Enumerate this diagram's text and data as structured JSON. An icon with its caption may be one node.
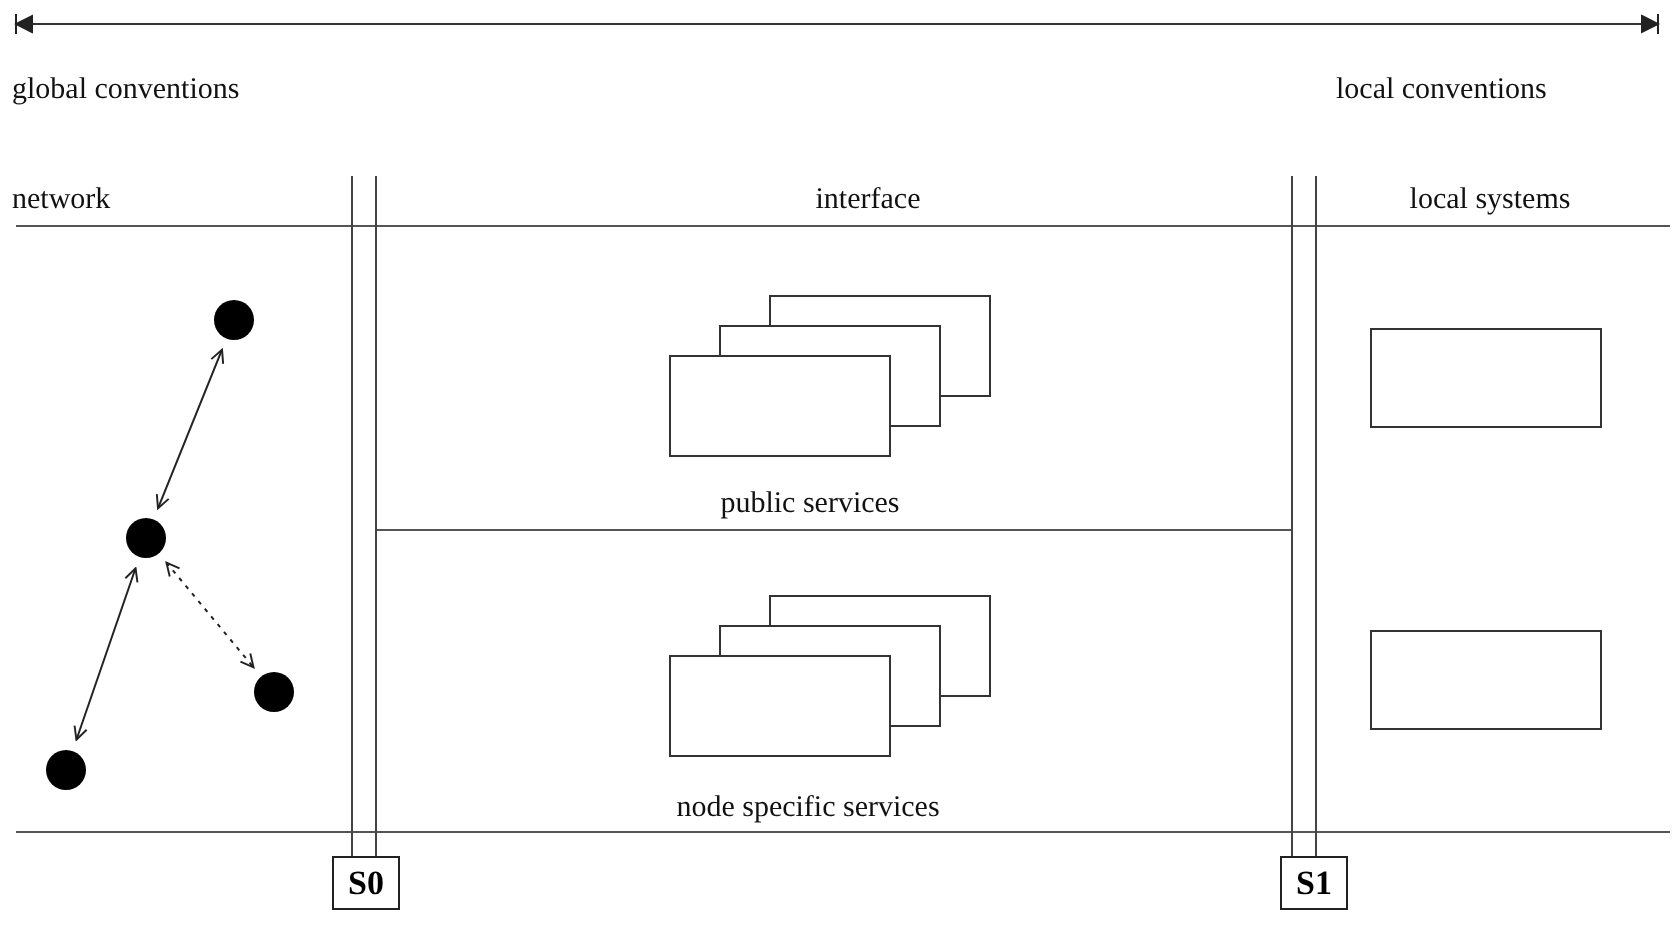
{
  "diagram": {
    "nodes": [
      {
        "text": [],
        "shape": "circle"
      },
      {
        "text": [],
        "shape": "circle"
      },
      {
        "text": [],
        "shape": "circle"
      },
      {
        "text": [],
        "shape": "circle"
      },
      {
        "text": [],
        "shape": "box"
      },
      {
        "text": [],
        "shape": "box"
      },
      {
        "text": [
          "S0"
        ]
      },
      {
        "text": [
          "S1"
        ]
      }
    ],
    "edges": [
      {
        "from": 0,
        "to": 1,
        "arrow": "both"
      },
      {
        "from": 1,
        "to": 3,
        "arrow": "both"
      },
      {
        "from": 1,
        "to": 2,
        "arrow": "both",
        "style": "dashed"
      }
    ],
    "labels": [
      "global conventions",
      "local conventions",
      "network",
      "interface",
      "local systems",
      "public services",
      "node specific services"
    ]
  }
}
